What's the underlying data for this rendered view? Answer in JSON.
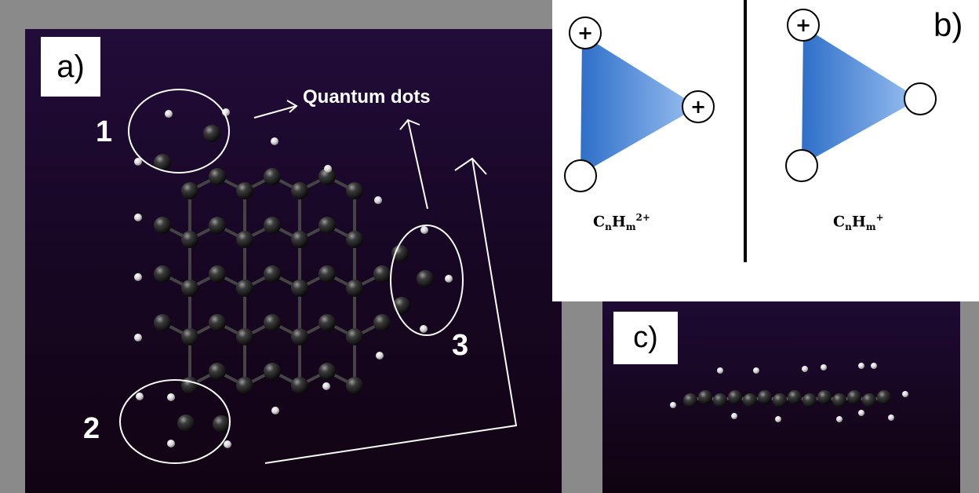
{
  "panels": {
    "a": {
      "label": "a)",
      "site_labels": [
        "1",
        "2",
        "3"
      ],
      "annotation": "Quantum dots"
    },
    "b": {
      "label": "b)",
      "left_formula": {
        "base_c": "C",
        "sub_n": "n",
        "base_h": "H",
        "sub_m": "m",
        "charge": "2+"
      },
      "right_formula": {
        "base_c": "C",
        "sub_n": "n",
        "base_h": "H",
        "sub_m": "m",
        "charge": "+"
      },
      "charge_symbol": "+"
    },
    "c": {
      "label": "c)"
    }
  },
  "colors": {
    "panel_bg": "#1a0829",
    "triangle_dark": "#2e6fc9",
    "triangle_light": "#8cb6ee",
    "atom_carbon": "#2a2a2a",
    "atom_hydrogen": "#e8e8e8",
    "bond": "#3a3a3a",
    "annotation": "#ffffff"
  }
}
